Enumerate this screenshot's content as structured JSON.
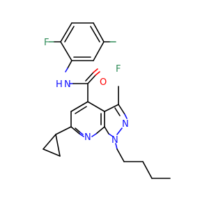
{
  "colors": {
    "carbon": "#000000",
    "nitrogen": "#1010ff",
    "oxygen": "#ff0000",
    "fluorine": "#2e8b57",
    "background": "#ffffff"
  },
  "atoms": {
    "f_top": "F",
    "f_right": "F",
    "nh_n": "N",
    "nh_h": "H",
    "carbonyl_o": "O",
    "pyridine_n": "N",
    "pyrazole_n1": "N",
    "pyrazole_n2": "N"
  }
}
